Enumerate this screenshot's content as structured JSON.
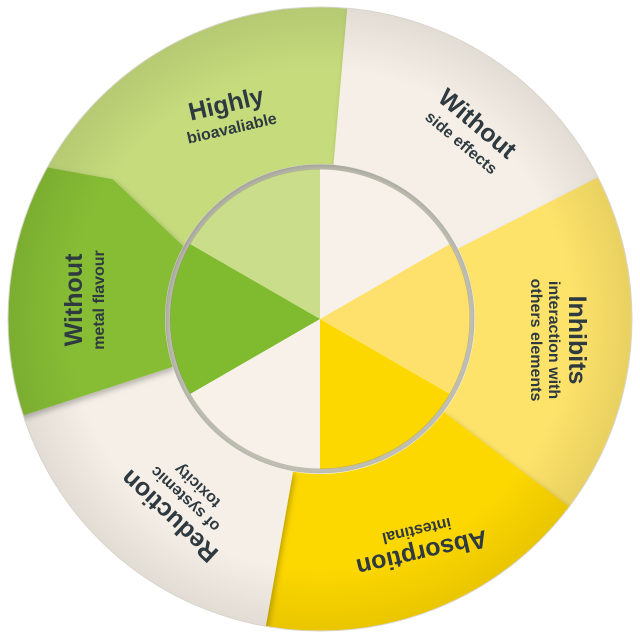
{
  "diagram": {
    "segments": [
      {
        "id": "highly-bioavailable",
        "title": "Highly",
        "subtitle": [
          "bioavaliable"
        ],
        "color": "#c5db7c",
        "inner": "#c9dd8a"
      },
      {
        "id": "without-side-effects",
        "title": "Without",
        "subtitle": [
          "side effects"
        ],
        "color": "#f5efe7",
        "inner": "#f8f1ea"
      },
      {
        "id": "inhibits-interaction",
        "title": "Inhibits",
        "subtitle": [
          "interaction with",
          "others elements"
        ],
        "color": "#fde36a",
        "inner": "#fee16d"
      },
      {
        "id": "absorption-intestinal",
        "title": "Absorption",
        "subtitle": [
          "intestinal"
        ],
        "color": "#fdd700",
        "inner": "#fdd800"
      },
      {
        "id": "reduction-toxicity",
        "title": "Reduction",
        "subtitle": [
          "of systemic",
          "toxicity"
        ],
        "color": "#f5efe7",
        "inner": "#f8f1ea"
      },
      {
        "id": "without-metal-flavour",
        "title": "Without",
        "subtitle": [
          "metal flavour"
        ],
        "color": "#86bd36",
        "inner": "#7fba2f"
      }
    ]
  }
}
